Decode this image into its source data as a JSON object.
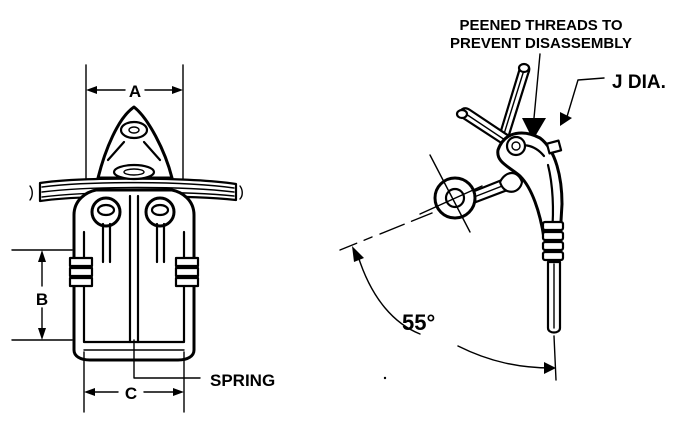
{
  "labels": {
    "dim_a": "A",
    "dim_b": "B",
    "dim_c": "C",
    "spring": "SPRING",
    "peened_line1": "PEENED THREADS TO",
    "peened_line2": "PREVENT DISASSEMBLY",
    "j_dia": "J DIA.",
    "angle": "55°"
  },
  "colors": {
    "ink": "#000000",
    "paper": "#ffffff"
  }
}
